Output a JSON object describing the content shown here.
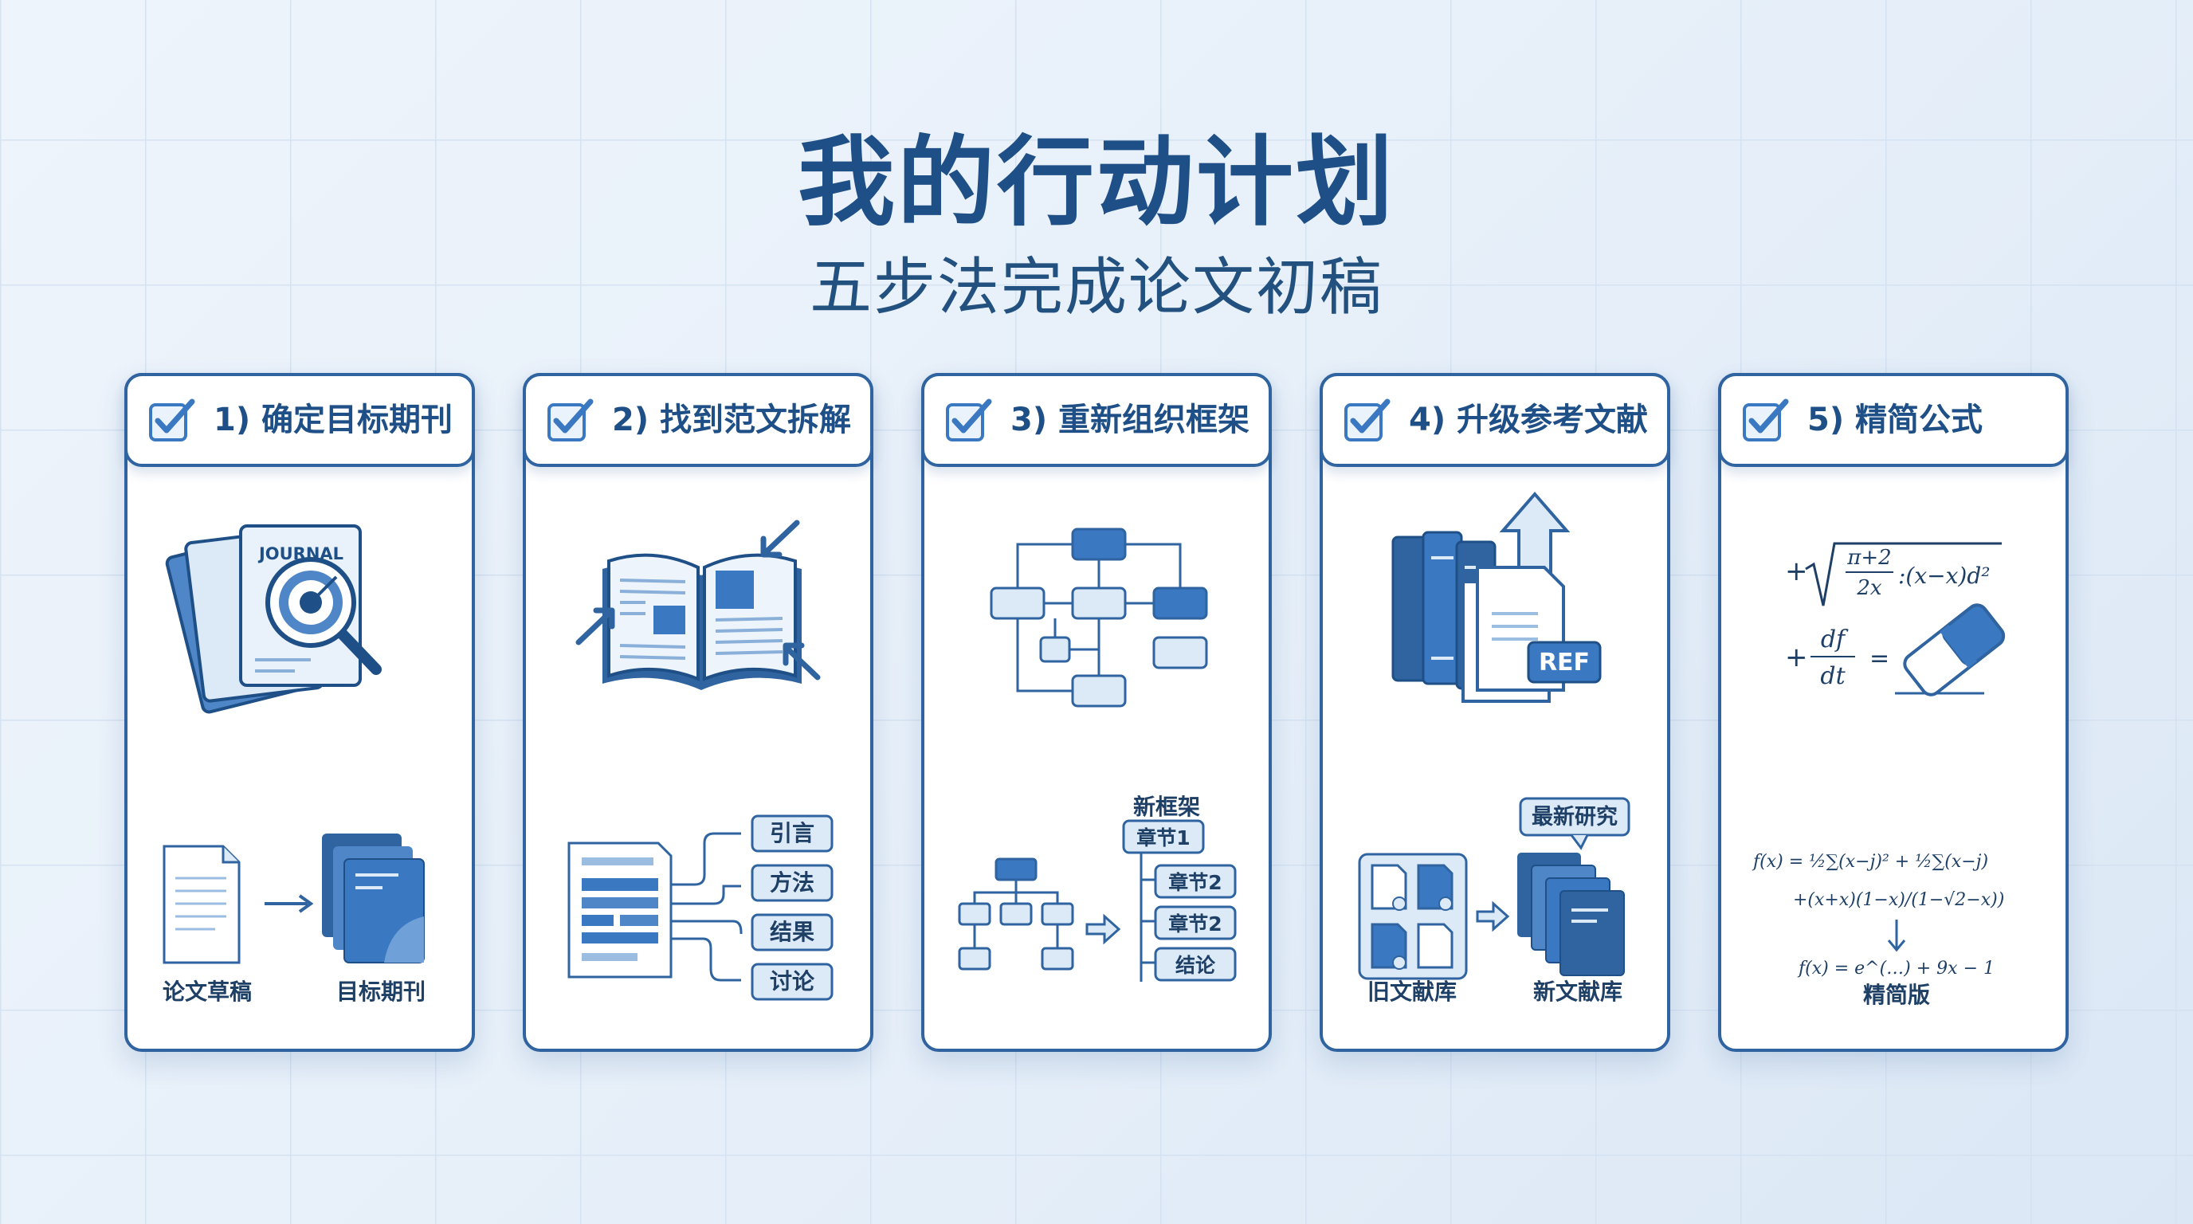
{
  "title": "我的行动计划",
  "subtitle": "五步法完成论文初稿",
  "steps": [
    {
      "title": "1) 确定目标期刊",
      "icon": "journal-target-icon",
      "badge": "JOURNAL",
      "from_label": "论文草稿",
      "to_label": "目标期刊"
    },
    {
      "title": "2) 找到范文拆解",
      "icon": "open-book-icon",
      "sections": [
        "引言",
        "方法",
        "结果",
        "讨论"
      ]
    },
    {
      "title": "3) 重新组织框架",
      "icon": "flowchart-icon",
      "new_label": "新框架",
      "nodes": [
        "章节1",
        "章节2",
        "章节2",
        "结论"
      ]
    },
    {
      "title": "4) 升级参考文献",
      "icon": "books-upgrade-icon",
      "badge": "REF",
      "old_label": "旧文献库",
      "callout": "最新研究",
      "new_label": "新文献库"
    },
    {
      "title": "5) 精简公式",
      "icon": "formula-eraser-icon",
      "f1_top": "π+2",
      "f1_bottom": "2x",
      "f1_rest": ":(x−x)d²",
      "f2_num": "df",
      "f2_den": "dt",
      "f2_eq": "=",
      "long_f_line1": "f(x) = ½∑(x−j)² + ½∑(x−j)",
      "long_f_line2": "+(x+x)(1−x)/(1−√2−x))",
      "short_f": "f(x) = e^(…) + 9x − 1",
      "result_label": "精简版"
    }
  ],
  "colors": {
    "primary": "#1e4f86",
    "accent": "#3a78c2",
    "light": "#dce9f7",
    "border": "#2f64a0"
  }
}
